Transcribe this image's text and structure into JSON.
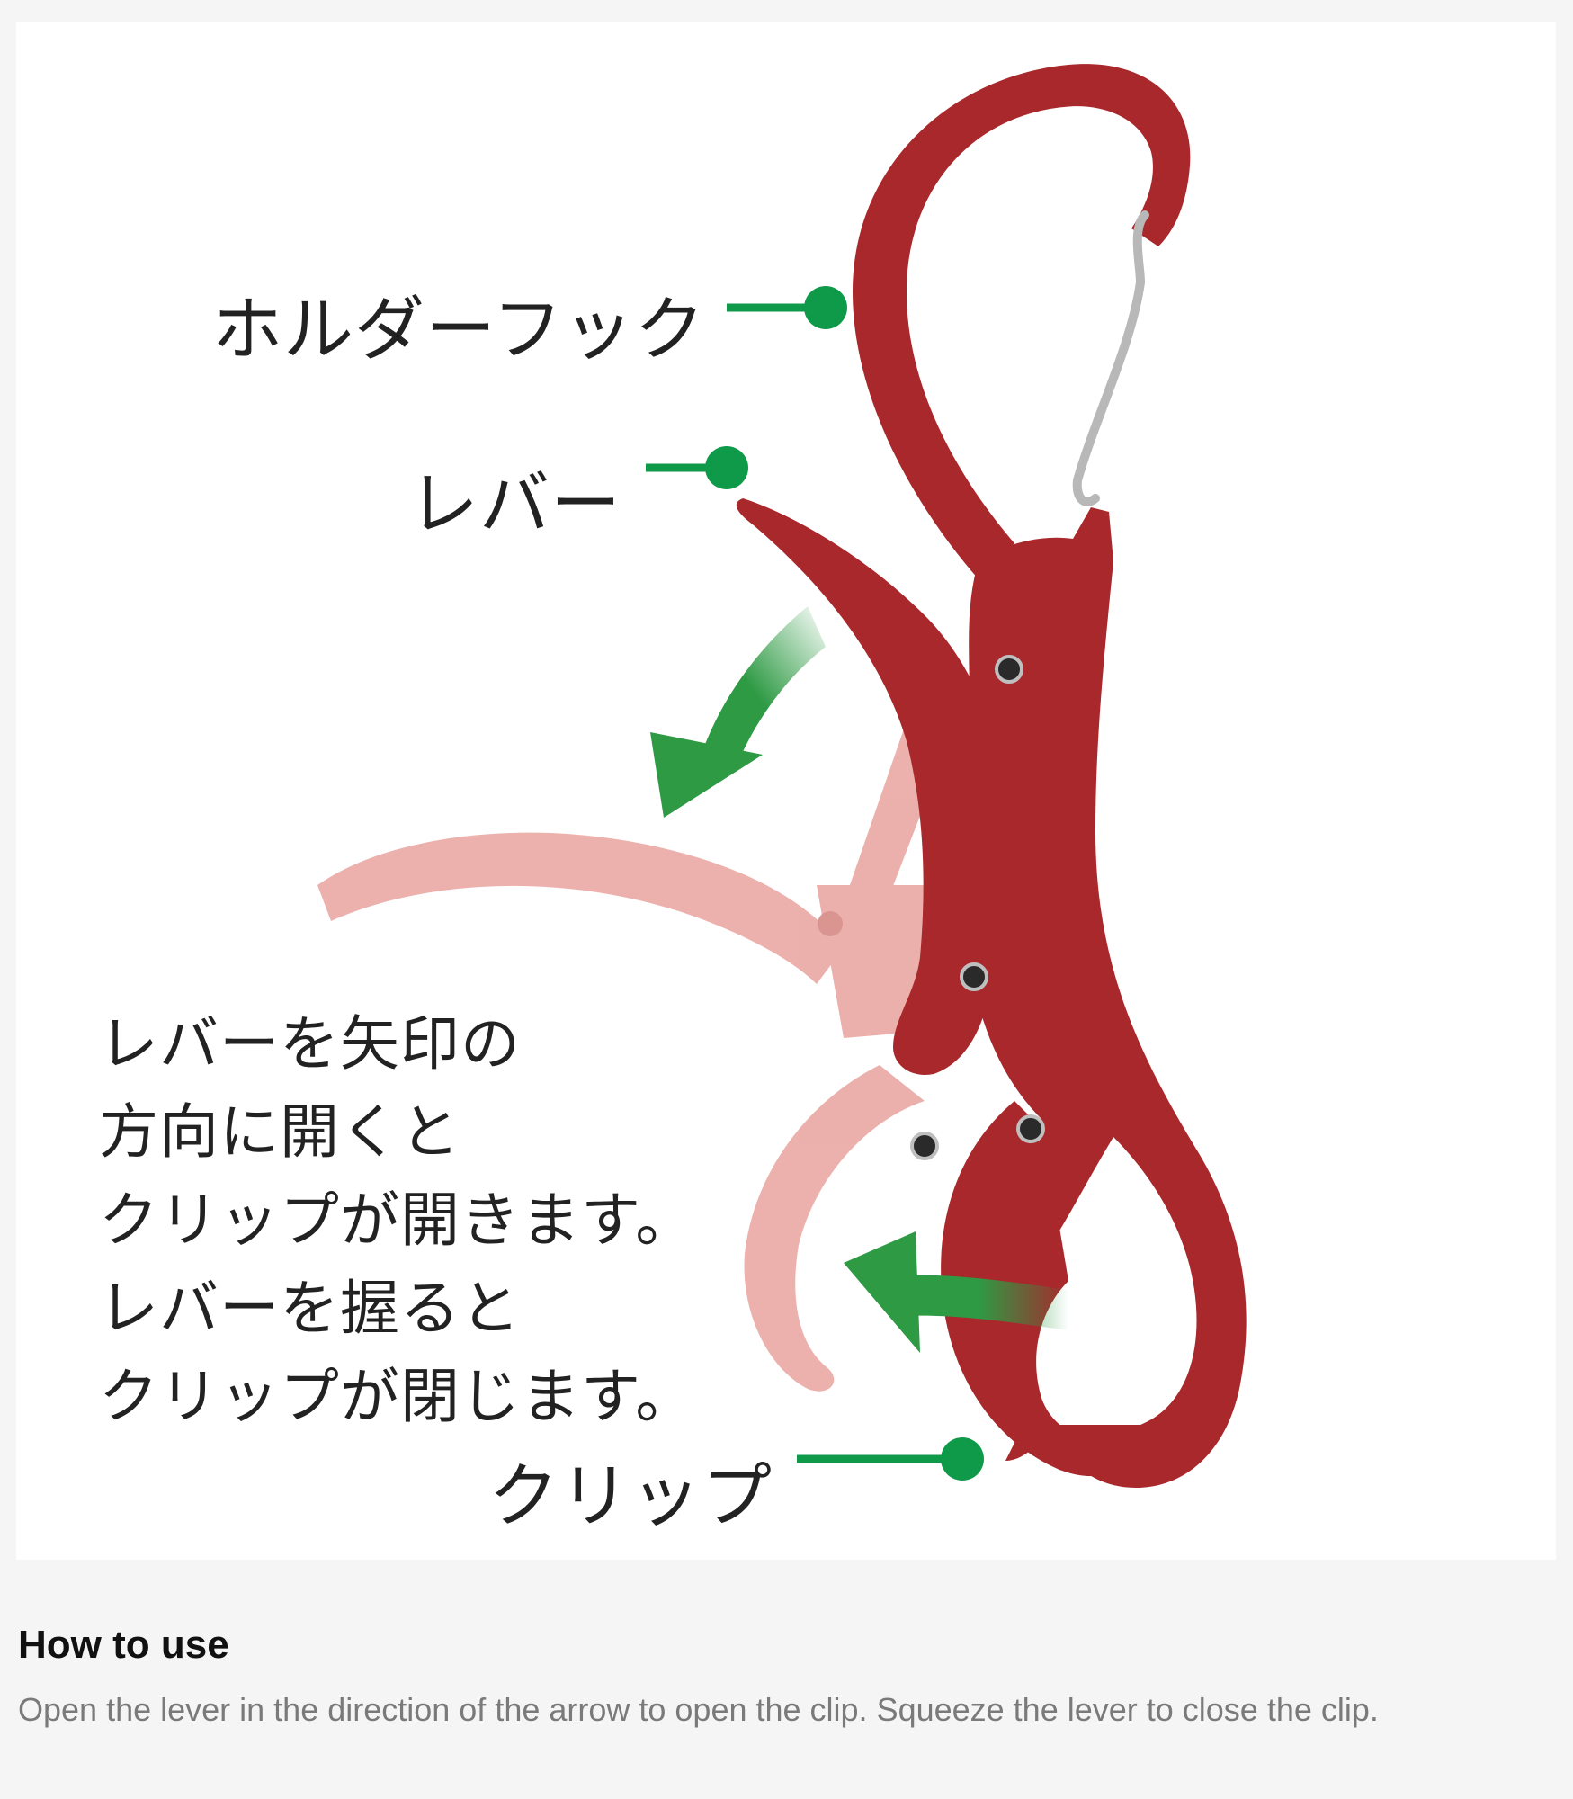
{
  "figure": {
    "labels": {
      "holder_hook": "ホルダーフック",
      "lever": "レバー",
      "clip": "クリップ"
    },
    "instructions": [
      "レバーを矢印の",
      "方向に開くと",
      "クリップが開きます。",
      "レバーを握ると",
      "クリップが閉じます。"
    ],
    "colors": {
      "product_red": "#a8282c",
      "ghost_red": "#eaa8a4",
      "callout_green": "#0f9a4a",
      "arrow_green": "#2e9a44"
    }
  },
  "caption": {
    "title": "How to use",
    "body": "Open the lever in the direction of the arrow to open the clip. Squeeze the lever to close the clip."
  }
}
